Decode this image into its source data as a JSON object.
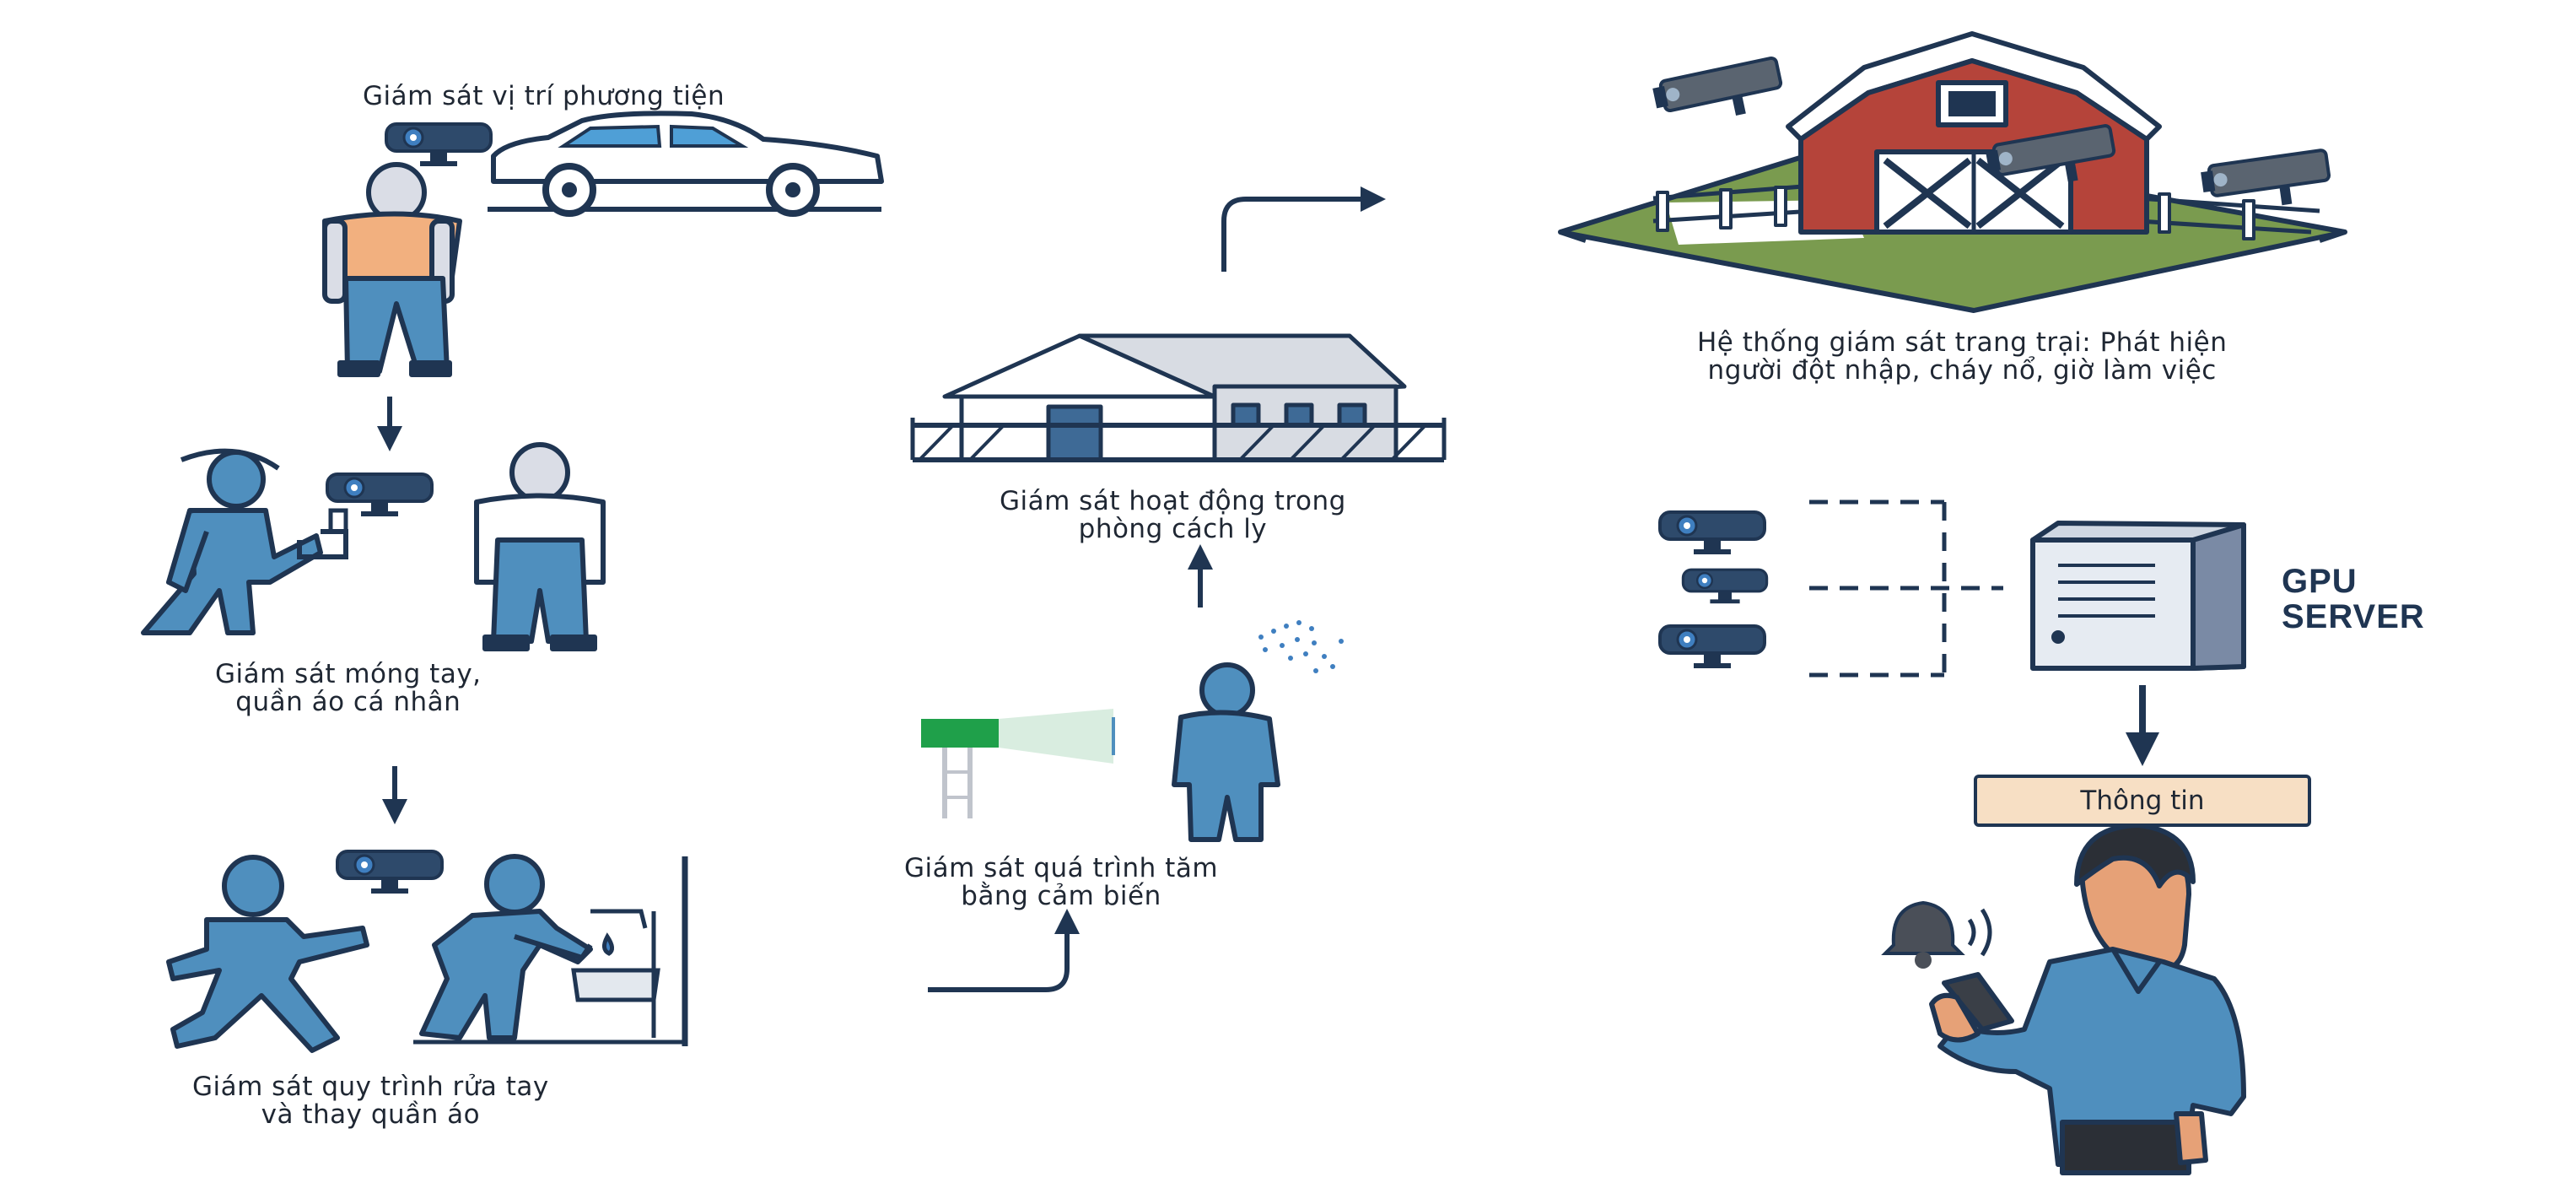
{
  "labels": {
    "vehicle": "Giám sát vị trí phương tiện",
    "nails_1": "Giám sát móng tay,",
    "nails_2": "quần áo cá nhân",
    "handwash_1": "Giám sát quy trình rửa tay",
    "handwash_2": "và thay quần áo",
    "bath_1": "Giám sát quá trình tăm",
    "bath_2": "bằng cảm biến",
    "quarantine_1": "Giám sát hoạt động trong",
    "quarantine_2": "phòng cách ly",
    "farm_1": "Hệ thống giám sát trang trại: Phát hiện",
    "farm_2": "người đột nhập, cháy nổ, giờ làm việc",
    "gpu_1": "GPU",
    "gpu_2": "SERVER",
    "info": "Thông tin"
  },
  "colors": {
    "navy": "#1f3552",
    "shirt_blue": "#4f8fbe",
    "shirt_orange": "#f2b07f",
    "skin": "#d8d8e0",
    "barn_red": "#b5443a",
    "grass": "#7a9b4f",
    "info_fill": "#f7dfc4",
    "sensor_green": "#1fa04a",
    "camera_blue": "#3f7fc0"
  }
}
